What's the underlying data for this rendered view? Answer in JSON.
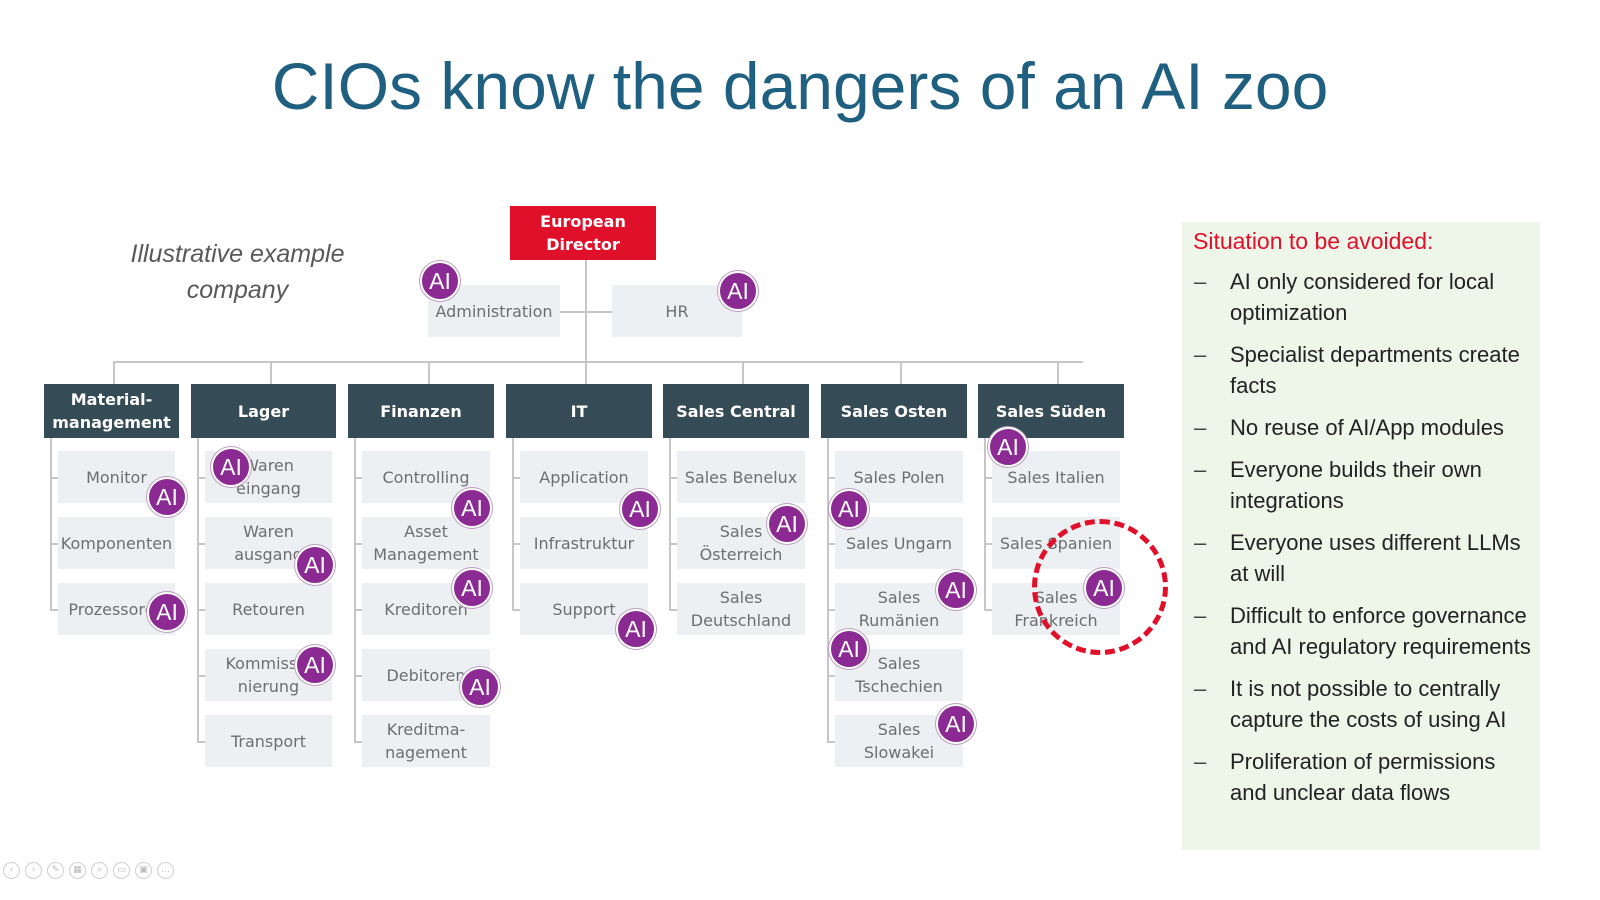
{
  "title": "CIOs know the dangers of an AI zoo",
  "illustrative_label": [
    "Illustrative example",
    "company"
  ],
  "ai_badge": "AI",
  "org": {
    "director": [
      "European",
      "Director"
    ],
    "staff": [
      "Administration",
      "HR"
    ],
    "departments": [
      {
        "name": [
          "Material-",
          "management"
        ],
        "units": [
          [
            "Monitor"
          ],
          [
            "Komponenten"
          ],
          [
            "Prozessoren"
          ]
        ]
      },
      {
        "name": [
          "Lager"
        ],
        "units": [
          [
            "Waren",
            "eingang"
          ],
          [
            "Waren",
            "ausgang"
          ],
          [
            "Retouren"
          ],
          [
            "Kommissio",
            "nierung"
          ],
          [
            "Transport"
          ]
        ]
      },
      {
        "name": [
          "Finanzen"
        ],
        "units": [
          [
            "Controlling"
          ],
          [
            "Asset",
            "Management"
          ],
          [
            "Kreditoren"
          ],
          [
            "Debitoren"
          ],
          [
            "Kreditma-",
            "nagement"
          ]
        ]
      },
      {
        "name": [
          "IT"
        ],
        "units": [
          [
            "Application"
          ],
          [
            "Infrastruktur"
          ],
          [
            "Support"
          ]
        ]
      },
      {
        "name": [
          "Sales Central"
        ],
        "units": [
          [
            "Sales Benelux"
          ],
          [
            "Sales",
            "Österreich"
          ],
          [
            "Sales",
            "Deutschland"
          ]
        ]
      },
      {
        "name": [
          "Sales Osten"
        ],
        "units": [
          [
            "Sales Polen"
          ],
          [
            "Sales Ungarn"
          ],
          [
            "Sales",
            "Rumänien"
          ],
          [
            "Sales",
            "Tschechien"
          ],
          [
            "Sales",
            "Slowakei"
          ]
        ]
      },
      {
        "name": [
          "Sales Süden"
        ],
        "units": [
          [
            "Sales Italien"
          ],
          [
            "Sales Spanien"
          ],
          [
            "Sales",
            "Frankreich"
          ]
        ]
      }
    ]
  },
  "panel": {
    "heading": "Situation to be avoided:",
    "bullet": "–",
    "items": [
      "AI only considered for local optimization",
      "Specialist departments create facts",
      "No reuse of AI/App modules",
      "Everyone builds their own integrations",
      "Everyone uses different LLMs at will",
      "Difficult to enforce governance and AI regulatory requirements",
      "It is not possible to centrally capture the costs of using AI",
      "Proliferation of permissions and unclear data flows"
    ]
  },
  "colors": {
    "title": "#1f5f80",
    "director": "#e0102a",
    "department": "#354b55",
    "unit": "#edf0f2",
    "ai_badge": "#8a2a92",
    "panel_bg": "#eef6ea",
    "panel_heading": "#e0102a"
  },
  "icons": [
    "prev-icon",
    "next-icon",
    "pen-icon",
    "slides-icon",
    "zoom-icon",
    "subtitle-icon",
    "camera-icon",
    "more-icon"
  ]
}
